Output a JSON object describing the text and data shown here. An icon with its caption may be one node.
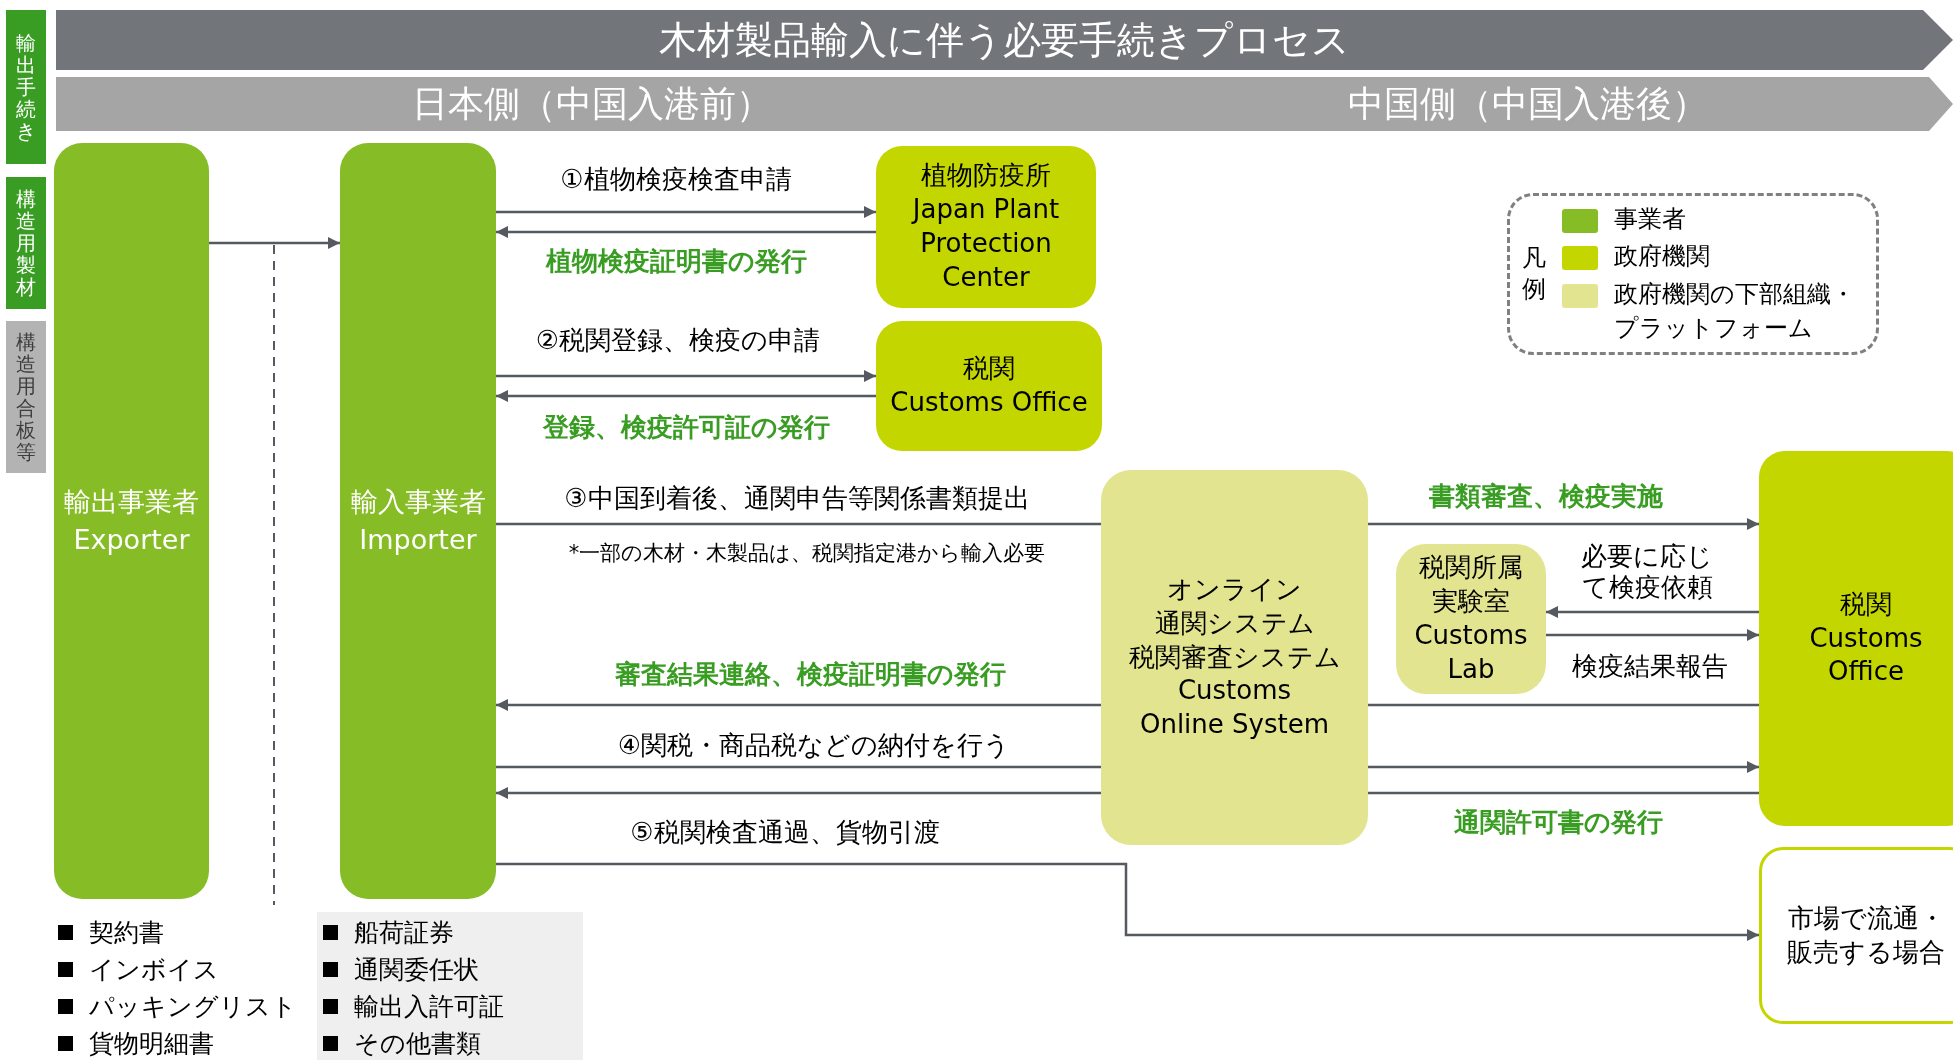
{
  "diagram": {
    "title": "木材製品輸入に伴う必要手続きプロセス",
    "nodes": [
      {
        "text": [
          "輸出手続き"
        ]
      },
      {
        "text": [
          "構造用製材"
        ]
      },
      {
        "text": [
          "構造用合板等"
        ]
      },
      {
        "text": [
          "日本側（中国入港前）"
        ]
      },
      {
        "text": [
          "中国側（中国入港後）"
        ]
      },
      {
        "text": [
          "輸出事業者",
          "Exporter"
        ]
      },
      {
        "text": [
          "輸入事業者",
          "Importer"
        ]
      },
      {
        "text": [
          "植物防疫所",
          "Japan Plant Protection Center"
        ]
      },
      {
        "text": [
          "税関",
          "Customs Office"
        ]
      },
      {
        "text": [
          "オンライン通関システム",
          "税関審査システム",
          "Customs Online System"
        ]
      },
      {
        "text": [
          "税関所属実験室",
          "Customs Lab"
        ]
      },
      {
        "text": [
          "税関",
          "Customs Office"
        ]
      },
      {
        "text": [
          "市場で流通・販売する場合"
        ]
      }
    ],
    "edges": [
      {
        "from": 5,
        "to": 6,
        "arrow": "to"
      },
      {
        "from": 6,
        "to": 7,
        "arrow": "to",
        "label": "①植物検疫検査申請"
      },
      {
        "from": 7,
        "to": 6,
        "arrow": "to",
        "label": "植物検疫証明書の発行"
      },
      {
        "from": 6,
        "to": 8,
        "arrow": "to",
        "label": "②税関登録、検疫の申請"
      },
      {
        "from": 8,
        "to": 6,
        "arrow": "to",
        "label": "登録、検疫許可証の発行"
      },
      {
        "from": 6,
        "to": 9,
        "arrow": "none",
        "label": "③中国到着後、通関申告等関係書類提出"
      },
      {
        "from": 9,
        "to": 11,
        "arrow": "to",
        "label": "書類審査、検疫実施"
      },
      {
        "from": 11,
        "to": 10,
        "arrow": "to",
        "label": "必要に応じて検疫依頼"
      },
      {
        "from": 10,
        "to": 11,
        "arrow": "to",
        "label": "検疫結果報告"
      },
      {
        "from": 11,
        "to": 9,
        "arrow": "none"
      },
      {
        "from": 9,
        "to": 6,
        "arrow": "to",
        "label": "審査結果連絡、検疫証明書の発行"
      },
      {
        "from": 6,
        "to": 9,
        "arrow": "none",
        "label": "④関税・商品税などの納付を行う"
      },
      {
        "from": 9,
        "to": 11,
        "arrow": "to"
      },
      {
        "from": 11,
        "to": 9,
        "arrow": "none",
        "label": "通関許可書の発行"
      },
      {
        "from": 9,
        "to": 6,
        "arrow": "to"
      },
      {
        "from": 6,
        "to": 12,
        "arrow": "to",
        "label": "⑤税関検査通過、貨物引渡"
      }
    ],
    "labels": [
      "*一部の木材・木製品は、税関指定港から輸入必要",
      "凡例",
      "契約書",
      "インボイス",
      "パッキングリスト",
      "貨物明細書",
      "船荷証券",
      "通関委任状",
      "輸出入許可証",
      "その他書類"
    ],
    "legend": [
      {
        "text": "事業者",
        "color": "#86bc25"
      },
      {
        "text": "政府機関",
        "color": "#c4d600"
      },
      {
        "text": "政府機関の下部組織・プラットフォーム",
        "color": "#e2e48f"
      }
    ]
  }
}
